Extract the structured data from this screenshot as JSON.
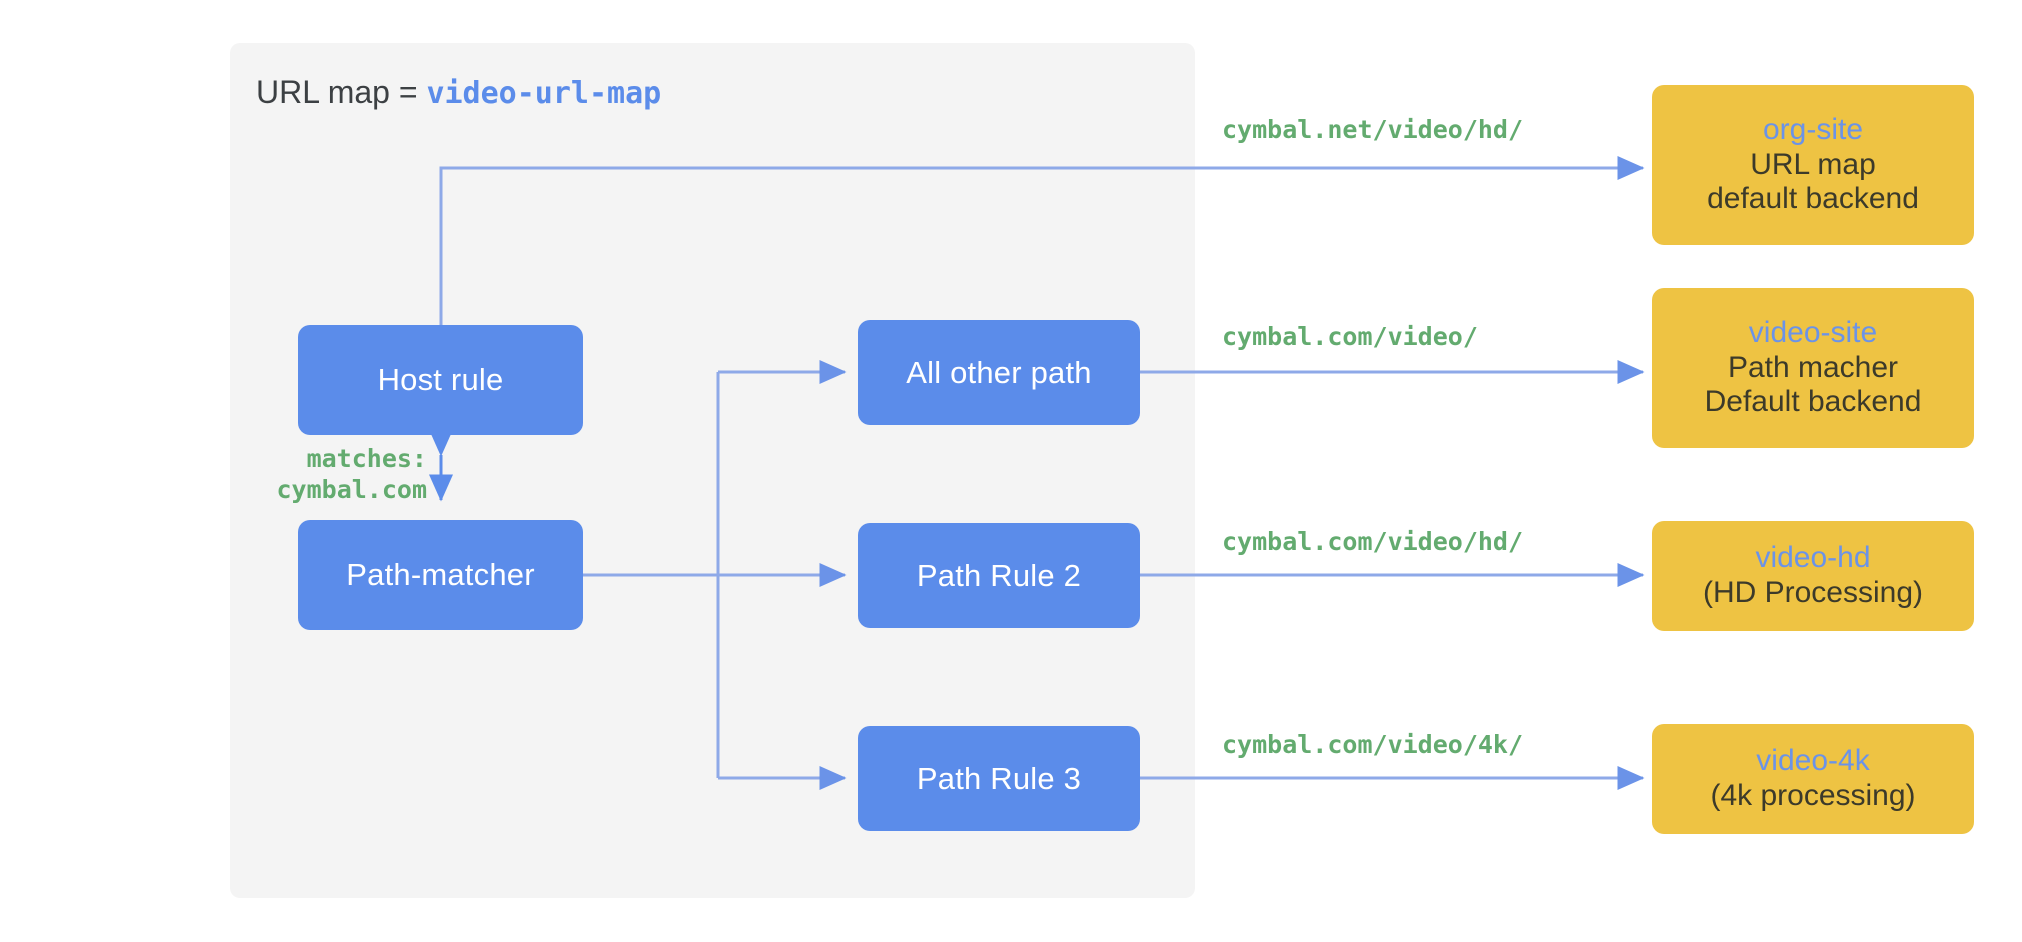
{
  "diagram": {
    "title_prefix": "URL map = ",
    "title_value": "video-url-map",
    "panel_color": "#f4f4f4",
    "node_color": "#5b8cea",
    "backend_color": "#eec343",
    "arrow_color": "#6b93e8",
    "url_text_color": "#63ab6f",
    "nodes": [
      {
        "id": "host-rule",
        "label": "Host rule"
      },
      {
        "id": "path-matcher",
        "label": "Path-matcher"
      },
      {
        "id": "all-other-path",
        "label": "All other path"
      },
      {
        "id": "path-rule-2",
        "label": "Path Rule 2"
      },
      {
        "id": "path-rule-3",
        "label": "Path Rule 3"
      }
    ],
    "match_label": {
      "line1": "matches:",
      "line2": "cymbal.com"
    },
    "flows": [
      {
        "url": "cymbal.net/video/hd/",
        "backend": {
          "name": "org-site",
          "lines": [
            "URL map",
            "default backend"
          ]
        }
      },
      {
        "url": "cymbal.com/video/",
        "backend": {
          "name": "video-site",
          "lines": [
            "Path macher",
            "Default backend"
          ]
        }
      },
      {
        "url": "cymbal.com/video/hd/",
        "backend": {
          "name": "video-hd",
          "lines": [
            "(HD Processing)"
          ]
        }
      },
      {
        "url": "cymbal.com/video/4k/",
        "backend": {
          "name": "video-4k",
          "lines": [
            "(4k processing)"
          ]
        }
      }
    ]
  }
}
